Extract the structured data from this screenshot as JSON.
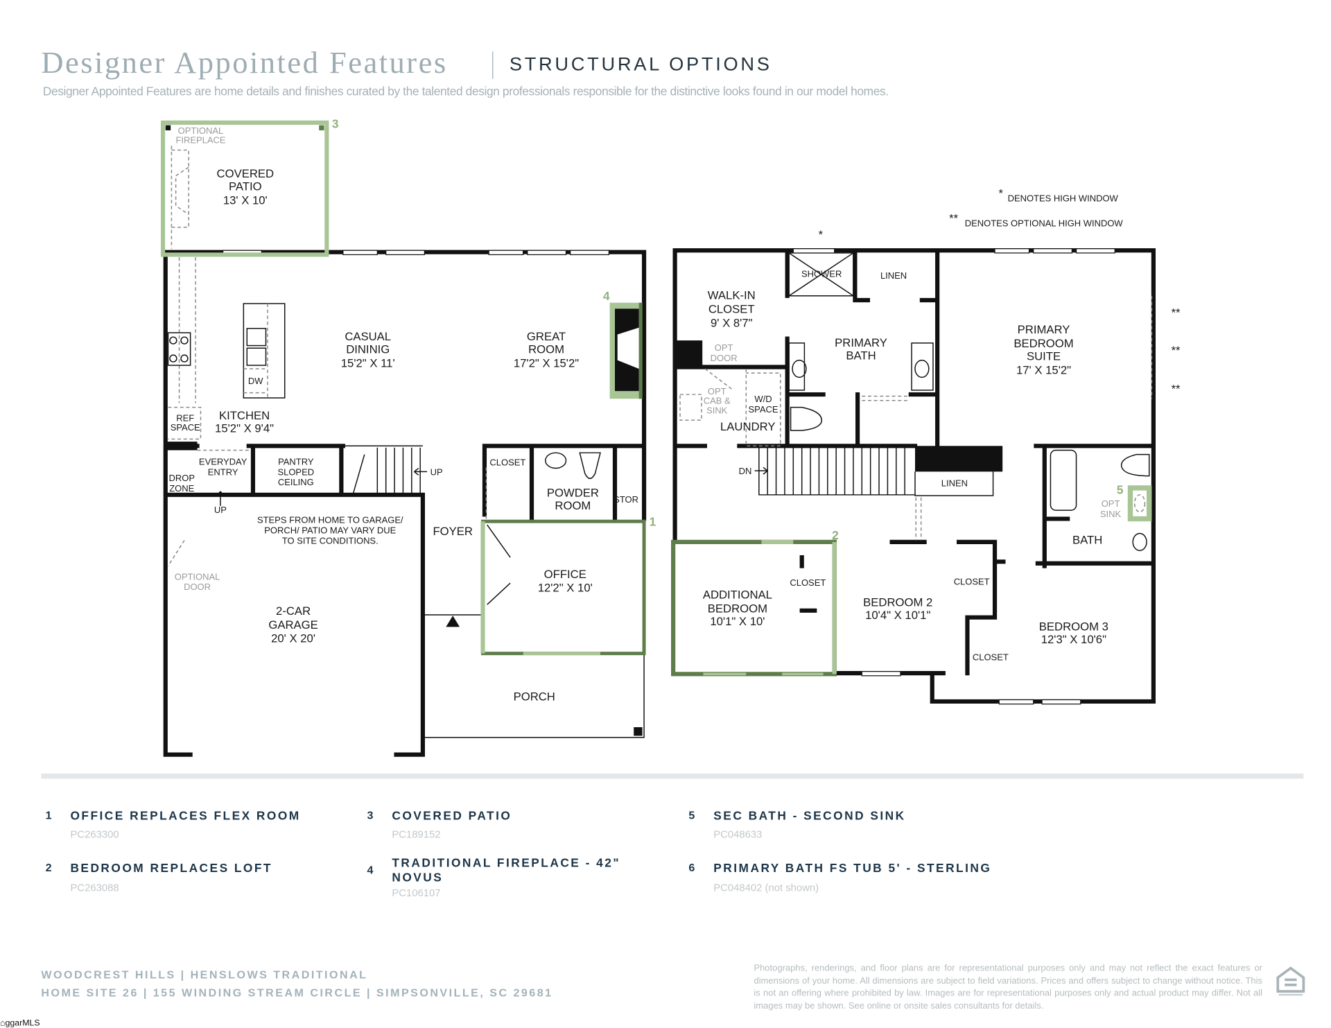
{
  "header": {
    "title": "Designer Appointed Features",
    "section": "STRUCTURAL OPTIONS",
    "description": "Designer Appointed Features are home details and finishes curated by the talented design professionals responsible for the distinctive looks found in our model homes."
  },
  "colors": {
    "option_highlight_light": "#a9c596",
    "option_highlight_dark": "#5e7d4a",
    "heading": "#1c3548",
    "title": "#9eacb3"
  },
  "first_floor": {
    "optional_fireplace": [
      "OPTIONAL",
      "FIREPLACE"
    ],
    "covered_patio": [
      "COVERED",
      "PATIO",
      "13' X 10'"
    ],
    "casual_dining": [
      "CASUAL",
      "DININIG",
      "15'2\" X 11'"
    ],
    "great_room": [
      "GREAT",
      "ROOM",
      "17'2\" X 15'2\""
    ],
    "dw": "DW",
    "ref_space": [
      "REF",
      "SPACE"
    ],
    "kitchen": [
      "KITCHEN",
      "15'2\" X 9'4\""
    ],
    "everyday_entry": [
      "EVERYDAY",
      "ENTRY"
    ],
    "pantry": [
      "PANTRY",
      "SLOPED",
      "CEILING"
    ],
    "drop_zone": [
      "DROP",
      "ZONE"
    ],
    "up": "UP",
    "stair_up": "UP",
    "closet": "CLOSET",
    "powder_room": [
      "POWDER",
      "ROOM"
    ],
    "stor": "STOR",
    "steps_note": [
      "STEPS FROM HOME TO GARAGE/",
      "PORCH/ PATIO MAY VARY DUE",
      "TO SITE CONDITIONS."
    ],
    "foyer": "FOYER",
    "optional_door": [
      "OPTIONAL",
      "DOOR"
    ],
    "garage": [
      "2-CAR",
      "GARAGE",
      "20' X 20'"
    ],
    "office": [
      "OFFICE",
      "12'2\" X 10'"
    ],
    "porch": "PORCH"
  },
  "second_floor": {
    "high_window_mark": "*",
    "high_window_note": "DENOTES HIGH WINDOW",
    "optional_high_window_mark": "**",
    "optional_high_window_note": "DENOTES OPTIONAL HIGH WINDOW",
    "walk_in_closet": [
      "WALK-IN",
      "CLOSET",
      "9' X 8'7\""
    ],
    "shower": "SHOWER",
    "linen": "LINEN",
    "primary_bath": [
      "PRIMARY",
      "BATH"
    ],
    "opt_door": [
      "OPT",
      "DOOR"
    ],
    "primary_bedroom": [
      "PRIMARY",
      "BEDROOM",
      "SUITE",
      "17' X 15'2\""
    ],
    "opt_cab_sink": [
      "OPT",
      "CAB &",
      "SINK"
    ],
    "wd_space": [
      "W/D",
      "SPACE"
    ],
    "laundry": "LAUNDRY",
    "dn": "DN",
    "hall_linen": "LINEN",
    "opt_sink": [
      "OPT",
      "SINK"
    ],
    "bath": "BATH",
    "additional_bedroom": [
      "ADDITIONAL",
      "BEDROOM",
      "10'1\" X 10'"
    ],
    "closet_a": "CLOSET",
    "bedroom_2": [
      "BEDROOM 2",
      "10'4\" X 10'1\""
    ],
    "closet_b": "CLOSET",
    "bedroom_3": [
      "BEDROOM 3",
      "12'3\" X 10'6\""
    ],
    "closet_c": "CLOSET"
  },
  "option_markers": [
    "1",
    "2",
    "3",
    "4",
    "5"
  ],
  "options": [
    {
      "number": "1",
      "title": "OFFICE REPLACES FLEX ROOM",
      "code": "PC263300"
    },
    {
      "number": "2",
      "title": "BEDROOM REPLACES LOFT",
      "code": "PC263088"
    },
    {
      "number": "3",
      "title": "COVERED PATIO",
      "code": "PC189152"
    },
    {
      "number": "4",
      "title": "TRADITIONAL FIREPLACE - 42\" NOVUS",
      "code": "PC106107"
    },
    {
      "number": "5",
      "title": "SEC BATH - SECOND SINK",
      "code": "PC048633"
    },
    {
      "number": "6",
      "title": "PRIMARY BATH FS TUB 5' - STERLING",
      "code": "PC048402 (not shown)"
    }
  ],
  "footer": {
    "line1": "WOODCREST HILLS  |  HENSLOWS TRADITIONAL",
    "line2": "HOME SITE 26  |  155 WINDING STREAM CIRCLE  |  SIMPSONVILLE, SC 29681",
    "disclaimer": "Photographs, renderings, and floor plans are for representational purposes only and may not reflect the exact features or dimensions of your home. All dimensions are subject to field variations. Prices and offers subject to change without notice. This is not an offering where prohibited by law. Images are for representational purposes only and actual product may differ. Not all images may be shown. See online or onsite sales consultants for details.",
    "equal_housing_icon": "equal-housing-opportunity-icon",
    "watermark": "ggarMLS"
  }
}
